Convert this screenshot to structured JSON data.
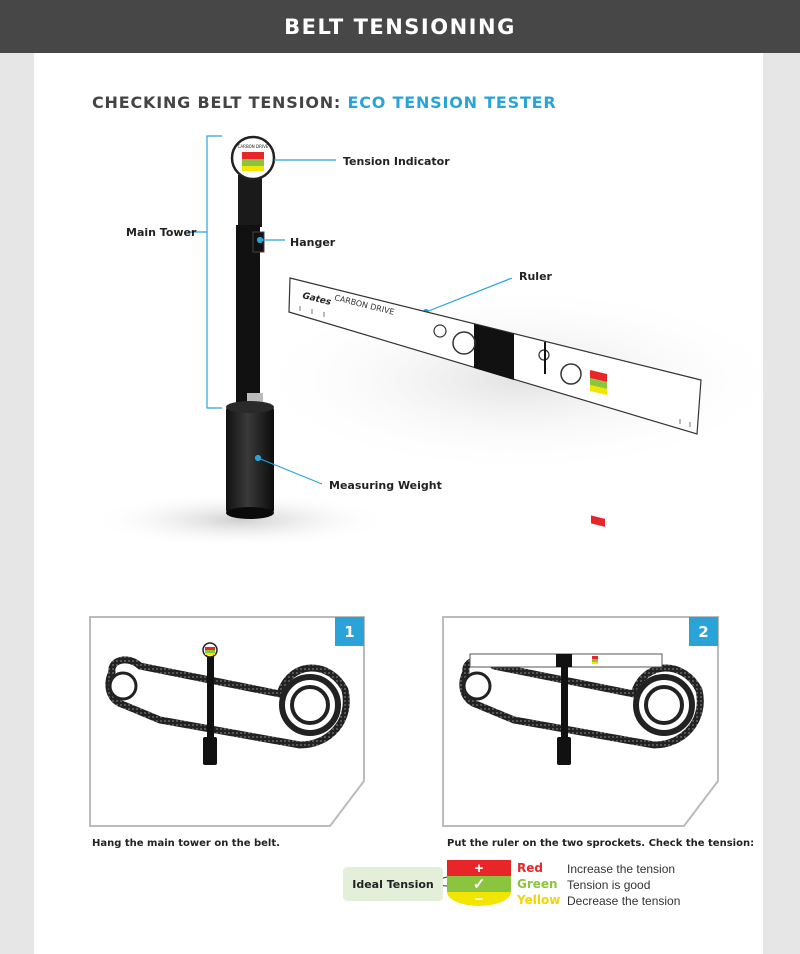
{
  "header": {
    "title": "BELT TENSIONING"
  },
  "section": {
    "title_prefix": "CHECKING BELT TENSION:",
    "title_accent": "ECO TENSION TESTER"
  },
  "callouts": {
    "tension_indicator": "Tension Indicator",
    "main_tower": "Main Tower",
    "hanger": "Hanger",
    "ruler": "Ruler",
    "measuring_weight": "Measuring Weight"
  },
  "ruler_print": {
    "brand": "CARBON DRIVE"
  },
  "steps": [
    {
      "number": "1",
      "caption": "Hang the main tower on the belt."
    },
    {
      "number": "2",
      "caption": "Put the ruler on the two sprockets. Check the tension:"
    }
  ],
  "legend": {
    "ideal_label": "Ideal Tension",
    "items": [
      {
        "symbol": "+",
        "name": "Red",
        "description": "Increase the tension",
        "color": "#e8262a"
      },
      {
        "symbol": "✓",
        "name": "Green",
        "description": "Tension is good",
        "color": "#8bc53f"
      },
      {
        "symbol": "−",
        "name": "Yellow",
        "description": "Decrease the tension",
        "color": "#f2e500"
      }
    ]
  },
  "colors": {
    "accent": "#2aa4d8",
    "header_bg": "#474747"
  }
}
